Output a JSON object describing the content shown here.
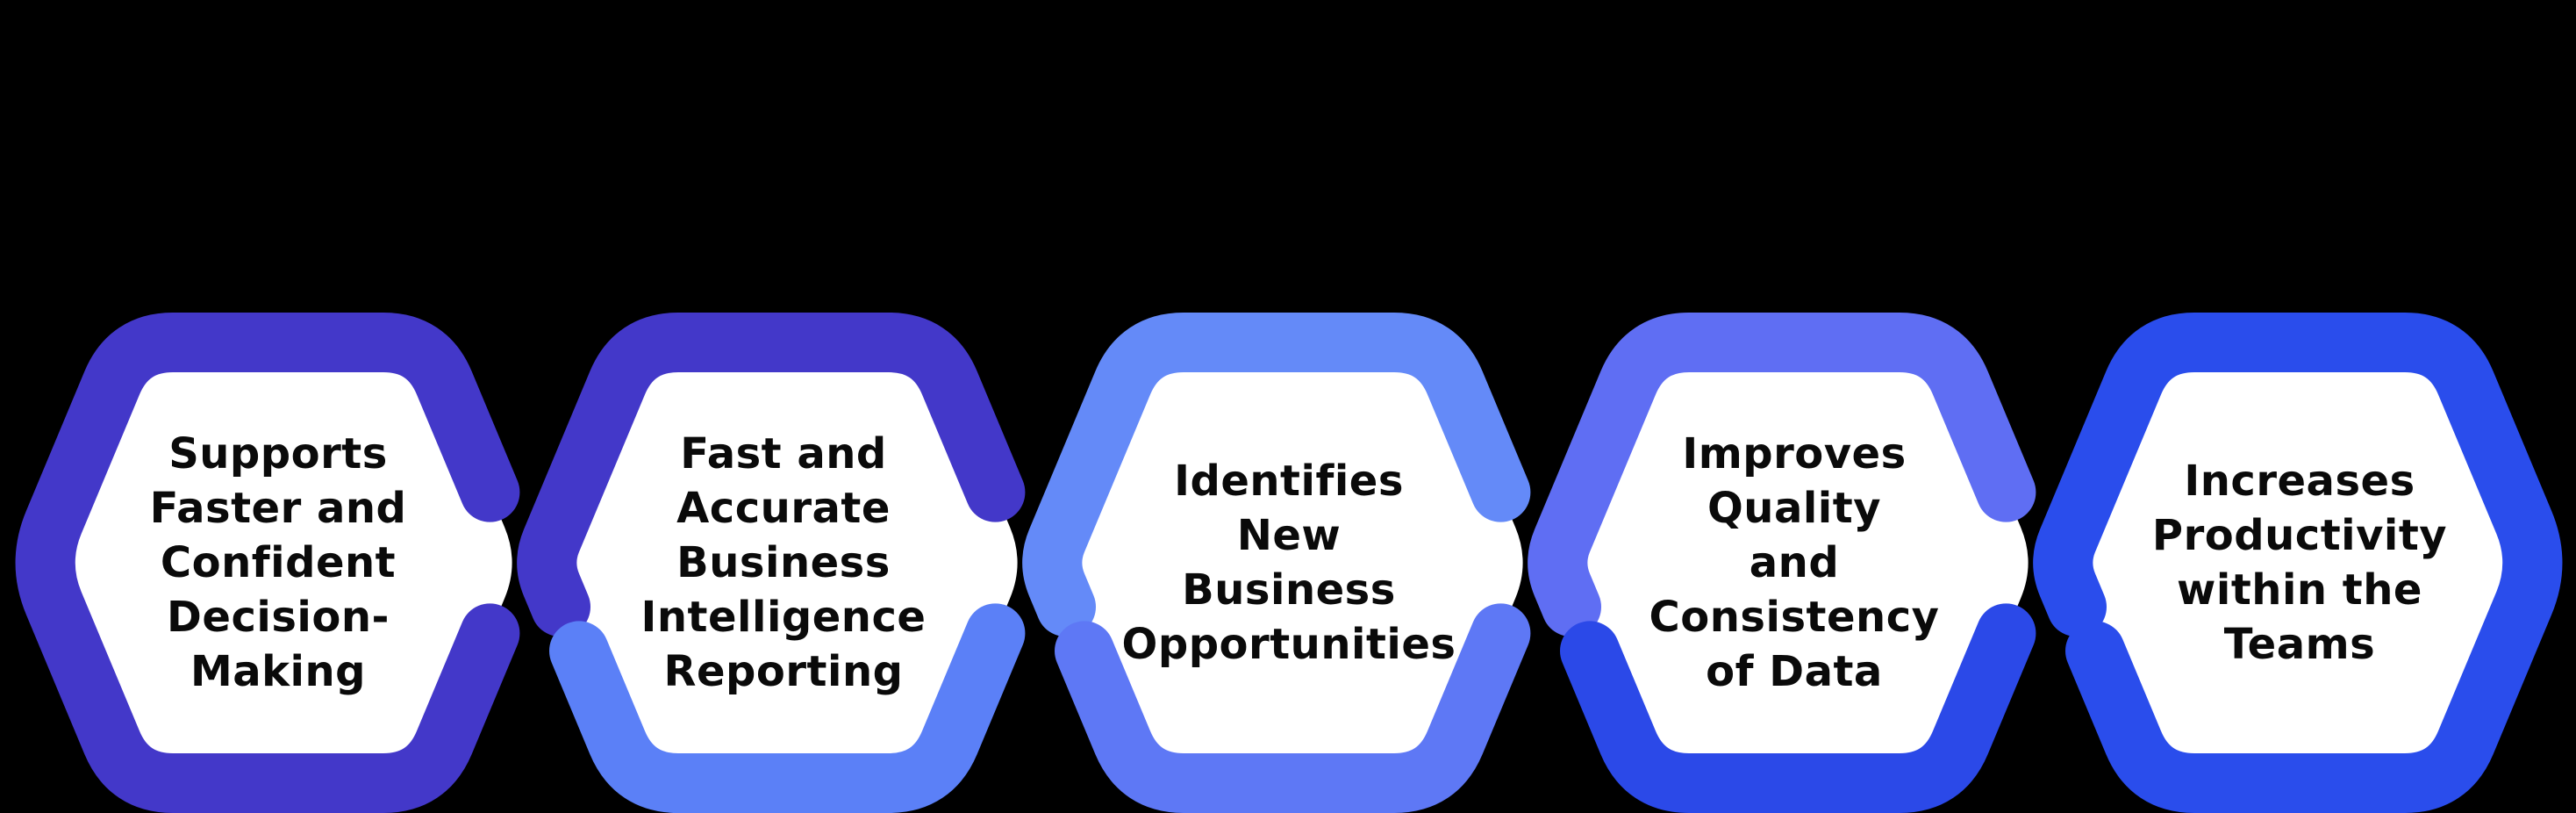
{
  "background": "#000000",
  "text_color": "#0a0a0a",
  "title": "Benefits infographic - interlocked hexagons",
  "hexagons": [
    {
      "id": 1,
      "lines": [
        "Supports",
        "Faster and",
        "Confident",
        "Decision-",
        "Making"
      ],
      "color_top": "#4338c9",
      "color_bottom": "#4338c9"
    },
    {
      "id": 2,
      "lines": [
        "Fast and",
        "Accurate",
        "Business",
        "Intelligence",
        "Reporting"
      ],
      "color_top": "#4338c9",
      "color_bottom": "#5b80f7"
    },
    {
      "id": 3,
      "lines": [
        "Identifies",
        "New",
        "Business",
        "Opportunities"
      ],
      "color_top": "#648af8",
      "color_bottom": "#5e78f5"
    },
    {
      "id": 4,
      "lines": [
        "Improves",
        "Quality",
        "and",
        "Consistency",
        "of Data"
      ],
      "color_top": "#5f6ef3",
      "color_bottom": "#2b49e8"
    },
    {
      "id": 5,
      "lines": [
        "Increases",
        "Productivity",
        "within the",
        "Teams"
      ],
      "color_top": "#2a4dec",
      "color_bottom": "#2a4dec"
    }
  ]
}
